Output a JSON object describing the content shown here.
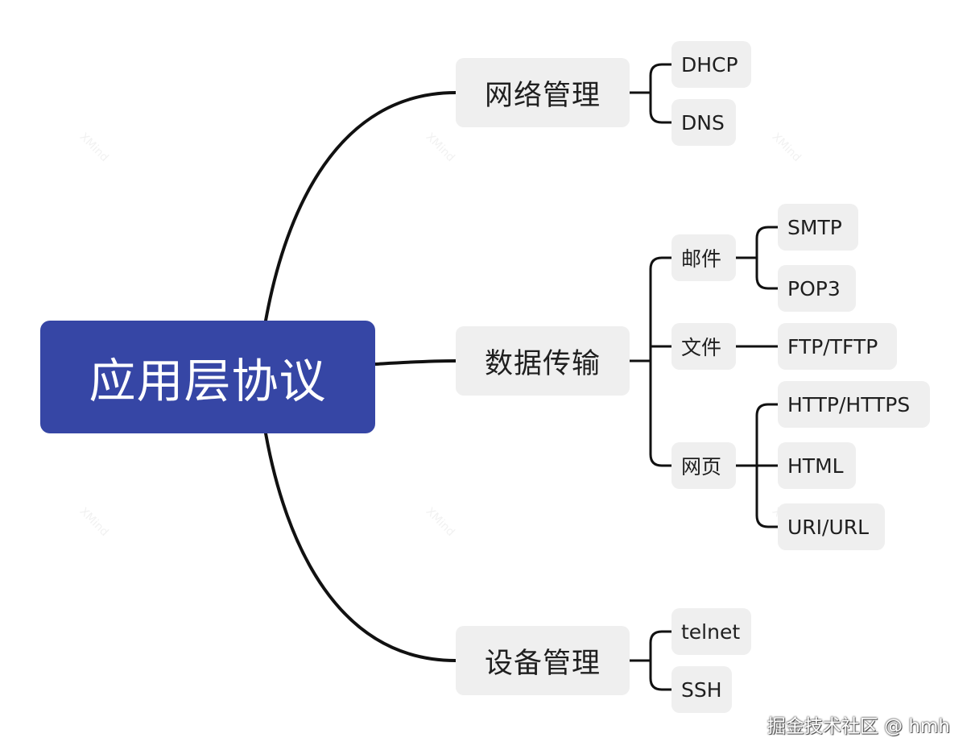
{
  "root": {
    "label": "应用层协议",
    "color": "#3646a5"
  },
  "branches": [
    {
      "label": "网络管理",
      "children": [
        {
          "label": "DHCP"
        },
        {
          "label": "DNS"
        }
      ]
    },
    {
      "label": "数据传输",
      "children": [
        {
          "label": "邮件",
          "children": [
            {
              "label": "SMTP"
            },
            {
              "label": "POP3"
            }
          ]
        },
        {
          "label": "文件",
          "children": [
            {
              "label": "FTP/TFTP"
            }
          ]
        },
        {
          "label": "网页",
          "children": [
            {
              "label": "HTTP/HTTPS"
            },
            {
              "label": "HTML"
            },
            {
              "label": "URI/URL"
            }
          ]
        }
      ]
    },
    {
      "label": "设备管理",
      "children": [
        {
          "label": "telnet"
        },
        {
          "label": "SSH"
        }
      ]
    }
  ],
  "watermark": "XMind",
  "site_mark": "掘金技术社区 @ hmh",
  "colors": {
    "node_bg": "#efefef",
    "line": "#111111"
  }
}
